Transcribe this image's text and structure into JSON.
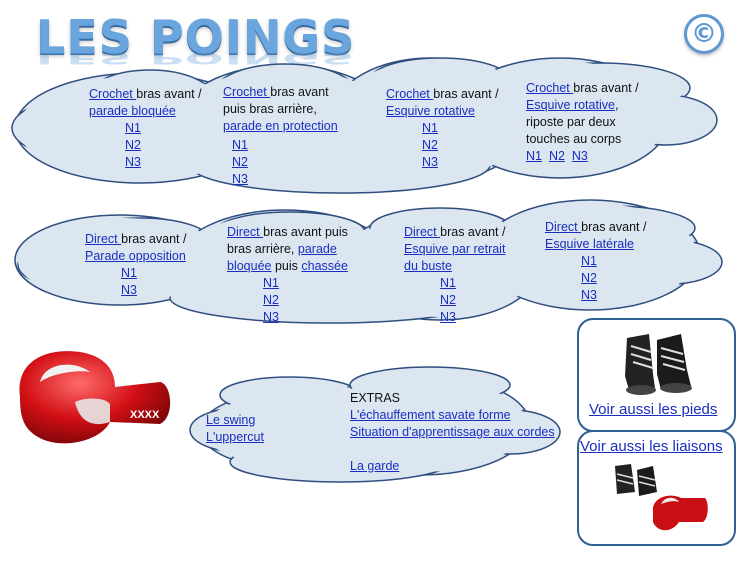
{
  "header": {
    "title": "LES POINGS",
    "copyright_symbol": "©"
  },
  "row1": [
    {
      "link": "Crochet ",
      "text": "bras avant /",
      "link2": "parade bloquée",
      "levels": [
        "N1",
        "N2",
        "N3"
      ]
    },
    {
      "link": "Crochet ",
      "text": "bras avant puis bras arrière,",
      "link2": "parade en protection",
      "levels": [
        "N1",
        "N2",
        "N3"
      ]
    },
    {
      "link": "Crochet ",
      "text": "bras avant /",
      "link2": "Esquive rotative",
      "levels": [
        "N1",
        "N2",
        "N3"
      ]
    },
    {
      "link": "Crochet ",
      "text": "bras avant /",
      "link2": "Esquive rotative",
      "text2": ", riposte par deux touches au corps",
      "levels": [
        "N1",
        "N2",
        "N3"
      ]
    }
  ],
  "row2": [
    {
      "link": "Direct ",
      "text": "bras avant /",
      "link2": "Parade opposition",
      "levels": [
        "N1",
        "N3"
      ]
    },
    {
      "link": "Direct ",
      "text": "bras avant puis bras arrière,",
      "link2": "parade bloquée",
      "text2": "puis",
      "link3": "chassée",
      "levels": [
        "N1",
        "N2",
        "N3"
      ]
    },
    {
      "link": "Direct ",
      "text": "bras avant /",
      "link2": "Esquive par retrait du buste",
      "levels": [
        "N1",
        "N2",
        "N3"
      ]
    },
    {
      "link": "Direct ",
      "text": "bras avant /",
      "link2": "Esquive latérale",
      "levels": [
        "N1",
        "N2",
        "N3"
      ]
    }
  ],
  "extras": {
    "left_links": [
      "Le swing",
      "L'uppercut"
    ],
    "heading": "EXTRAS",
    "links": [
      "L'échauffement savate forme",
      "Situation d'apprentissage aux cordes",
      "La garde"
    ]
  },
  "side": {
    "feet_link": "Voir aussi les pieds",
    "liaisons_link": "Voir aussi les liaisons"
  },
  "glove_text": "XXXX",
  "colors": {
    "cloud_fill": "#dce6f1",
    "cloud_stroke": "#2f4f7f",
    "link": "#1a2fbf",
    "title": "#6aa6dd"
  }
}
